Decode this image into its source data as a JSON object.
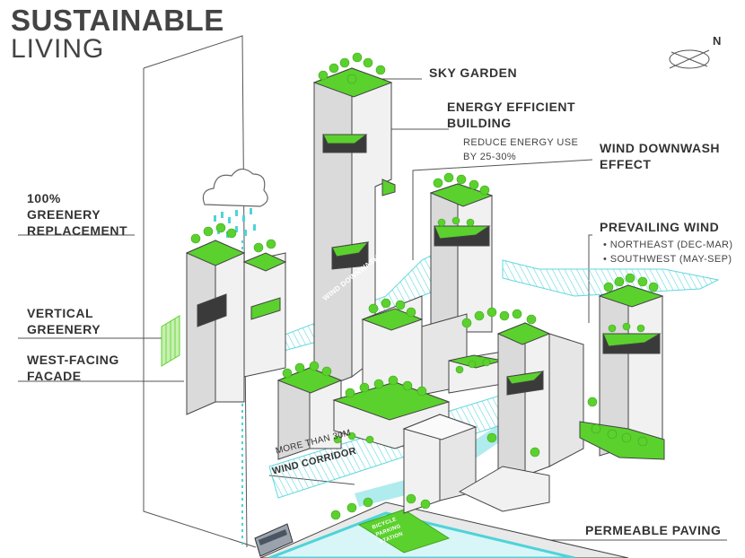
{
  "title": {
    "line1": "SUSTAINABLE",
    "line2": "LIVING"
  },
  "compass": {
    "label": "N"
  },
  "labels": {
    "sky_garden": "SKY GARDEN",
    "energy_building_1": "ENERGY EFFICIENT",
    "energy_building_2": "BUILDING",
    "energy_sub_1": "REDUCE ENERGY USE",
    "energy_sub_2": "BY 25-30%",
    "downwash_1": "WIND DOWNWASH",
    "downwash_2": "EFFECT",
    "prevailing": "PREVAILING WIND",
    "prevailing_item_1": "• NORTHEAST (DEC-MAR)",
    "prevailing_item_2": "• SOUTHWEST (MAY-SEP)",
    "greenery_1": "100%",
    "greenery_2": "GREENERY",
    "greenery_3": "REPLACEMENT",
    "vertical_1": "VERTICAL",
    "vertical_2": "GREENERY",
    "west_1": "WEST-FACING",
    "west_2": "FACADE",
    "corridor_sub": "MORE THAN 30M",
    "corridor": "WIND CORRIDOR",
    "paving": "PERMEABLE PAVING",
    "downwash_arrow": "WIND DOWNWASH",
    "bicycle_1": "BICYCLE",
    "bicycle_2": "PARKING",
    "bicycle_3": "STATION"
  },
  "colors": {
    "green": "#5bd12e",
    "green_dark": "#3fa61c",
    "cyan": "#4fd3d9",
    "building_light": "#f1f1f1",
    "building_mid": "#dadada",
    "building_dark": "#c4c4c4",
    "outline": "#444444"
  }
}
